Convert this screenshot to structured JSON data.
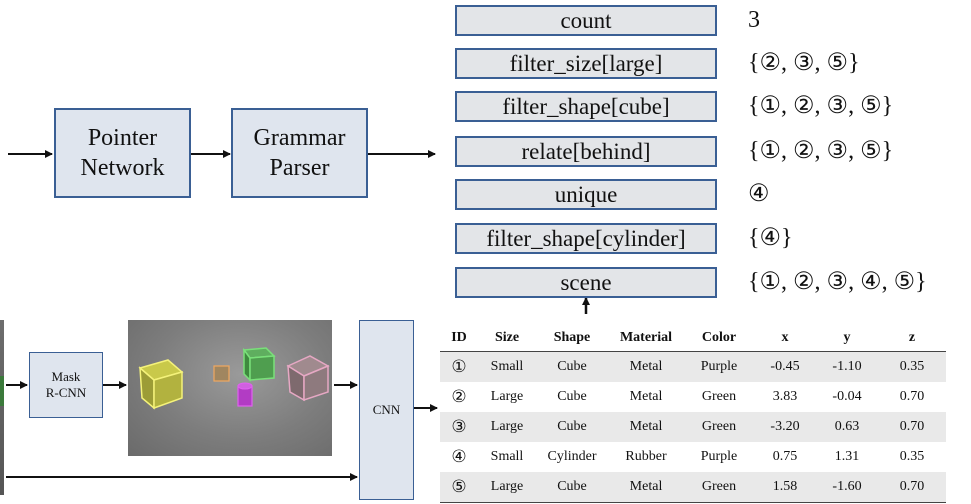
{
  "pipeline": {
    "pointer_network": "Pointer\nNetwork",
    "grammar_parser": "Grammar\nParser",
    "mask_rcnn": "Mask\nR-CNN",
    "cnn": "CNN"
  },
  "program": [
    {
      "op": "count",
      "result": "3"
    },
    {
      "op": "filter_size[large]",
      "result": "{②, ③, ⑤}"
    },
    {
      "op": "filter_shape[cube]",
      "result": "{①, ②, ③, ⑤}"
    },
    {
      "op": "relate[behind]",
      "result": "{①, ②, ③, ⑤}"
    },
    {
      "op": "unique",
      "result": "④"
    },
    {
      "op": "filter_shape[cylinder]",
      "result": "{④}"
    },
    {
      "op": "scene",
      "result": "{①, ②, ③, ④, ⑤}"
    }
  ],
  "table": {
    "headers": [
      "ID",
      "Size",
      "Shape",
      "Material",
      "Color",
      "x",
      "y",
      "z"
    ],
    "rows": [
      [
        "①",
        "Small",
        "Cube",
        "Metal",
        "Purple",
        "-0.45",
        "-1.10",
        "0.35"
      ],
      [
        "②",
        "Large",
        "Cube",
        "Metal",
        "Green",
        "3.83",
        "-0.04",
        "0.70"
      ],
      [
        "③",
        "Large",
        "Cube",
        "Metal",
        "Green",
        "-3.20",
        "0.63",
        "0.70"
      ],
      [
        "④",
        "Small",
        "Cylinder",
        "Rubber",
        "Purple",
        "0.75",
        "1.31",
        "0.35"
      ],
      [
        "⑤",
        "Large",
        "Cube",
        "Metal",
        "Green",
        "1.58",
        "-1.60",
        "0.70"
      ]
    ]
  },
  "colors": {
    "box_border": "#3a5f94",
    "box_fill": "#dfe5ee",
    "op_fill": "#e3e5e8",
    "row_shade": "#e9e9e9"
  }
}
